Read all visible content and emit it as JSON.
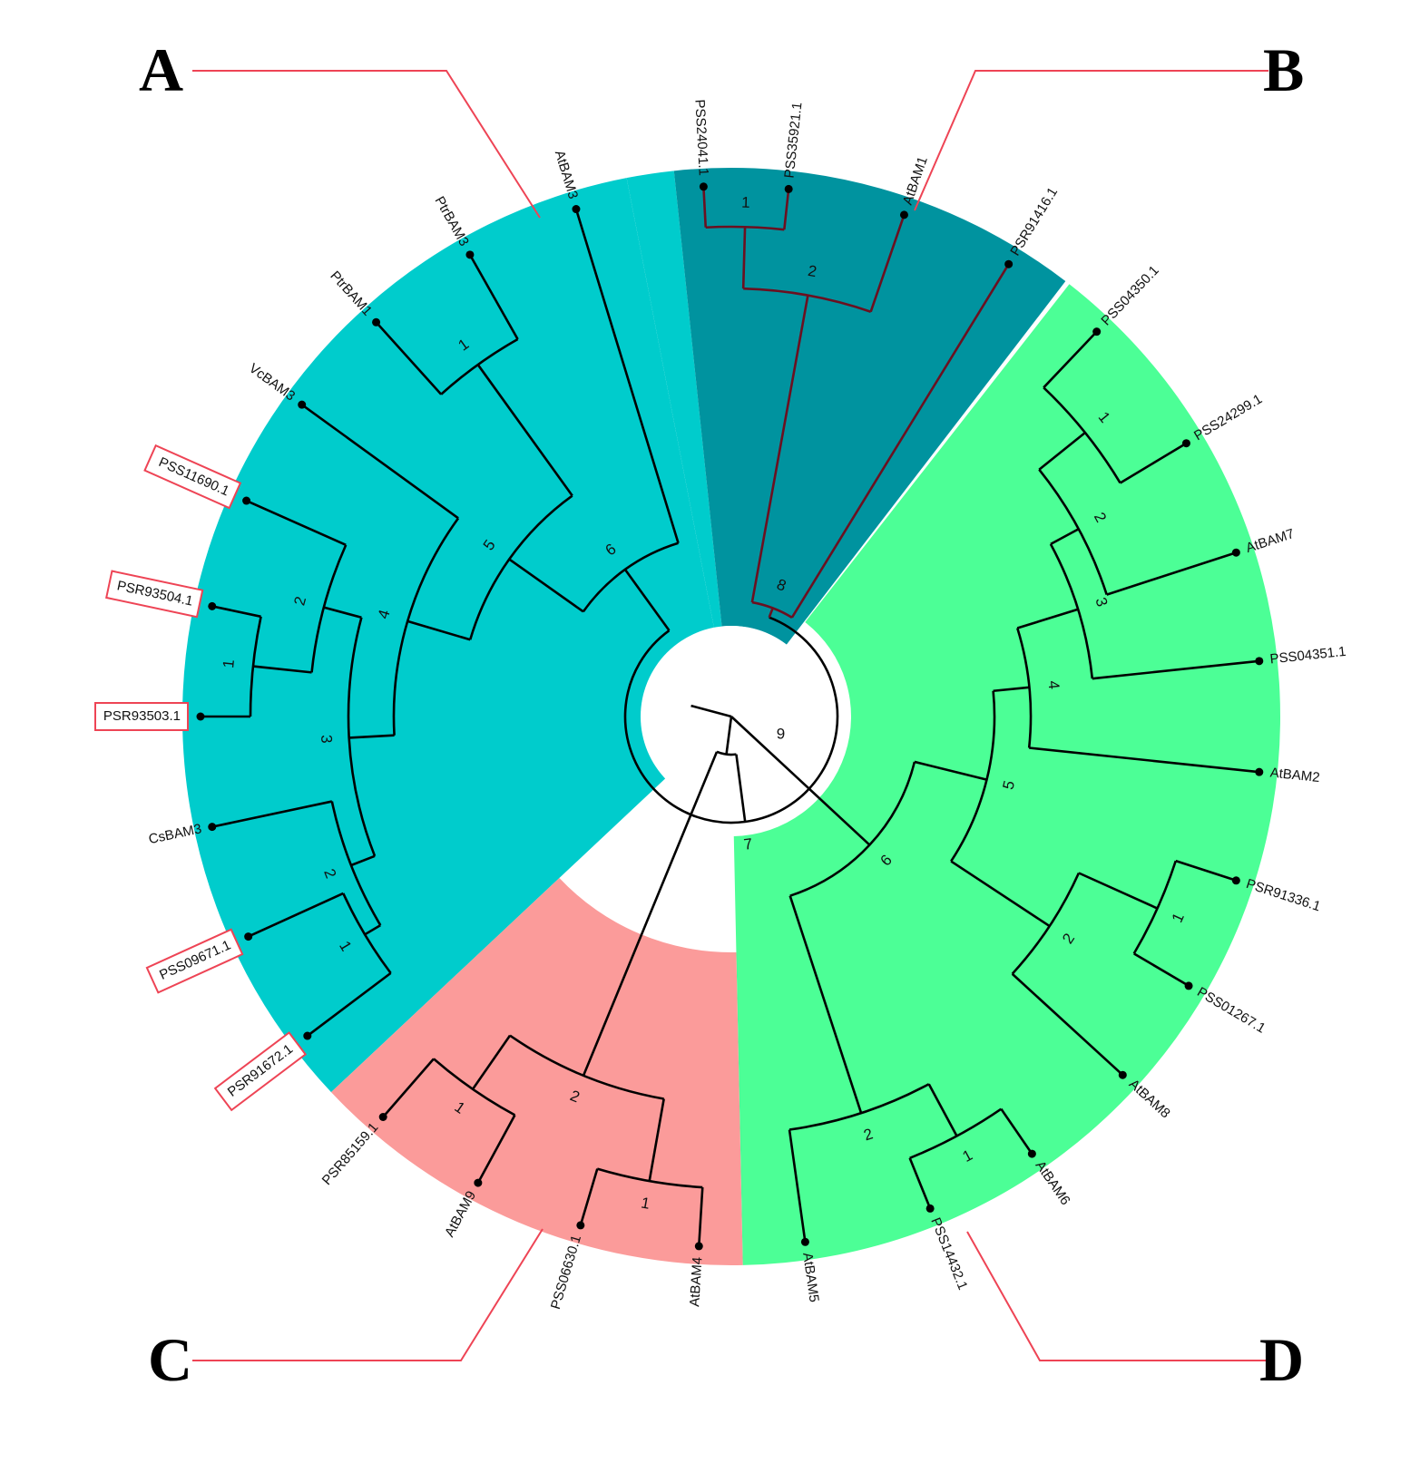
{
  "figure": {
    "clade_labels": [
      "A",
      "B",
      "C",
      "D"
    ],
    "colors": {
      "clade_A": "#00cccc",
      "clade_B": "#00939f",
      "clade_C": "#fb9b9a",
      "clade_D": "#4cff96",
      "branch": "#000000",
      "branch_clade_B": "#6b1020",
      "callout_line": "#ee4455",
      "highlight_box": "#ee4455"
    }
  },
  "tree": {
    "root_label": "9",
    "clades": [
      {
        "id": "A",
        "color_key": "clade_A",
        "leaves": [
          "PSR91672.1",
          "PSS09671.1",
          "CsBAM3",
          "PSR93503.1",
          "PSR93504.1",
          "PSS11690.1",
          "VcBAM3",
          "PtrBAM1",
          "PtrBAM3",
          "AtBAM3"
        ],
        "highlighted_leaves": [
          "PSR91672.1",
          "PSS09671.1",
          "PSR93503.1",
          "PSR93504.1",
          "PSS11690.1"
        ],
        "node_labels": [
          "1",
          "2",
          "3",
          "1",
          "2",
          "4",
          "5",
          "1",
          "6",
          "7"
        ]
      },
      {
        "id": "B",
        "color_key": "clade_B",
        "leaves": [
          "PSS24041.1",
          "PSS35921.1",
          "AtBAM1",
          "PSR91416.1"
        ],
        "highlighted_leaves": [],
        "node_labels": [
          "1",
          "2",
          "8"
        ]
      },
      {
        "id": "D",
        "color_key": "clade_D",
        "leaves": [
          "PSS04350.1",
          "PSS24299.1",
          "AtBAM7",
          "PSS04351.1",
          "AtBAM2",
          "PSR91336.1",
          "PSS01267.1",
          "AtBAM8",
          "AtBAM6",
          "PSS14432.1",
          "AtBAM5"
        ],
        "highlighted_leaves": [],
        "node_labels": [
          "1",
          "2",
          "3",
          "4",
          "1",
          "2",
          "5",
          "1",
          "2",
          "6"
        ]
      },
      {
        "id": "C",
        "color_key": "clade_C",
        "leaves": [
          "AtBAM4",
          "PSS06630.1",
          "AtBAM9",
          "PSR85159.1"
        ],
        "highlighted_leaves": [],
        "node_labels": [
          "1",
          "1",
          "2"
        ]
      }
    ]
  }
}
